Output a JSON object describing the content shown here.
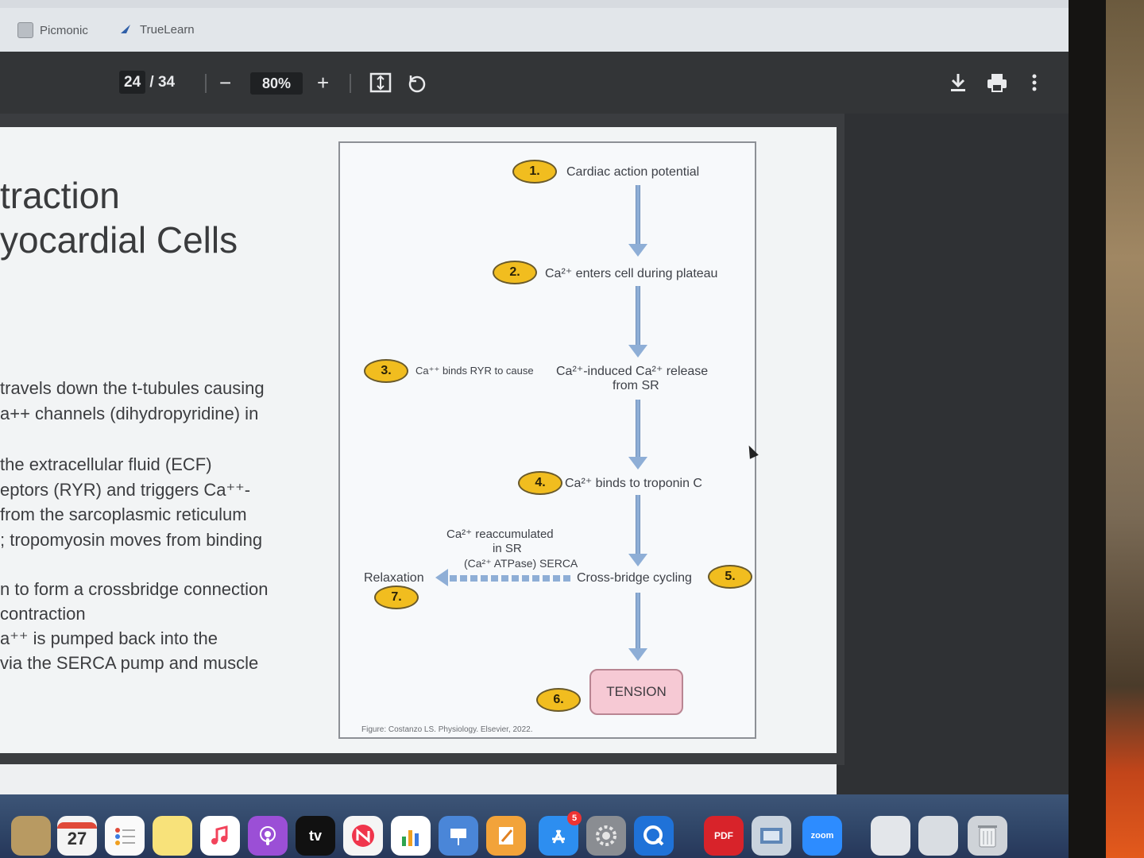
{
  "bookmarks": [
    {
      "label": "Picmonic",
      "icon": "picmonic-icon"
    },
    {
      "label": "TrueLearn",
      "icon": "truelearn-icon"
    }
  ],
  "toolbar": {
    "page_current": "24",
    "page_total": "/ 34",
    "zoom": "80%",
    "zoom_out": "−",
    "zoom_in": "+"
  },
  "slide": {
    "title_line1": "traction",
    "title_line2": "yocardial Cells",
    "bullets": [
      "travels down the t-tubules causing",
      "a++ channels (dihydropyridine) in",
      " the extracellular fluid (ECF)",
      "eptors (RYR) and triggers Ca⁺⁺-",
      "from the sarcoplasmic reticulum",
      "; tropomyosin moves from binding",
      "n to form a crossbridge connection",
      "contraction",
      "a⁺⁺ is pumped back into the",
      "via the SERCA pump and muscle"
    ]
  },
  "figure": {
    "steps": [
      {
        "num": "1.",
        "text": "Cardiac action potential"
      },
      {
        "num": "2.",
        "text": "Ca²⁺ enters cell during plateau"
      },
      {
        "num": "3.",
        "text_left": "Ca⁺⁺ binds RYR to cause",
        "text": "Ca²⁺-induced Ca²⁺ release",
        "text2": "from SR"
      },
      {
        "num": "4.",
        "text": "Ca²⁺ binds to troponin C"
      },
      {
        "num": "5.",
        "text": "Cross-bridge cycling"
      },
      {
        "num": "6.",
        "text": "TENSION"
      },
      {
        "num": "7.",
        "text": "Relaxation"
      }
    ],
    "reaccum_line1": "Ca²⁺ reaccumulated",
    "reaccum_line2": "in SR",
    "reaccum_line3": "(Ca²⁺ ATPase) SERCA",
    "credit": "Figure: Costanzo LS. Physiology. Elsevier, 2022."
  },
  "dock": {
    "calendar_day": "27",
    "tv_label": "tv",
    "zoom_label": "zoom",
    "pdf_label": "PDF",
    "appstore_badge": "5"
  },
  "colors": {
    "badge": "#f1bd1f",
    "arrow": "#8eaed6",
    "tension": "#f6c9d4",
    "toolbar": "#333537"
  }
}
